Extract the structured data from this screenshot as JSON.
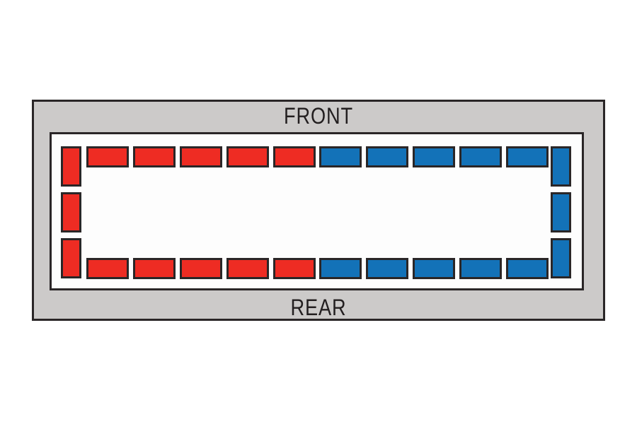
{
  "labels": {
    "front": "FRONT",
    "rear": "REAR"
  },
  "colors": {
    "red": "#ee2c23",
    "blue": "#1372b8",
    "outline": "#2a2627",
    "panel_gray": "#cccac9",
    "board_white": "#fdfdfd",
    "label_text": "#231f20",
    "page_background": "#ffffff"
  },
  "modules": {
    "top_row": [
      "red",
      "red",
      "red",
      "red",
      "red",
      "blue",
      "blue",
      "blue",
      "blue",
      "blue"
    ],
    "bottom_row": [
      "red",
      "red",
      "red",
      "red",
      "red",
      "blue",
      "blue",
      "blue",
      "blue",
      "blue"
    ],
    "left_column": [
      "red",
      "red",
      "red"
    ],
    "right_column": [
      "blue",
      "blue",
      "blue"
    ]
  }
}
